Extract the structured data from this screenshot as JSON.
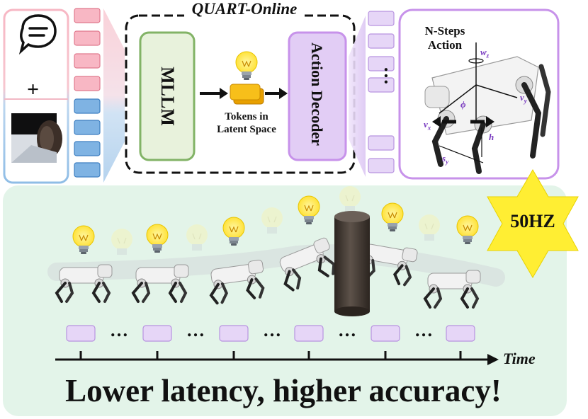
{
  "figure": {
    "framework_title": "QUART-Online",
    "mllm_label": "MLLM",
    "action_decoder_label": "Action Decoder",
    "tokens_label_line1": "Tokens in",
    "tokens_label_line2": "Latent Space",
    "nsteps_line1": "N-Steps",
    "nsteps_line2": "Action",
    "frequency_badge": "50HZ",
    "time_label": "Time",
    "slogan": "Lower latency, higher accuracy!",
    "ellipsis": "…",
    "plus_sign": "+",
    "robot_axis_labels": {
      "wz": "w",
      "wz_sub": "z",
      "vy": "v",
      "vy_sub": "y",
      "vx": "v",
      "vx_sub": "x",
      "phi": "ϕ",
      "h": "h",
      "sy": "s",
      "sy_sub": "y"
    }
  },
  "colors": {
    "input_pink": "#f4a6b4",
    "input_blue": "#6fa8dc",
    "mllm_green": "#82b366",
    "mllm_fill": "#e8f2dc",
    "decoder_purple": "#c792ea",
    "decoder_fill": "#e2cdf5",
    "token_fill": "#e6d6f7",
    "bottom_bg": "#e3f4e9",
    "star_yellow": "#ffee33",
    "bulb_yellow": "#ffe74a"
  }
}
